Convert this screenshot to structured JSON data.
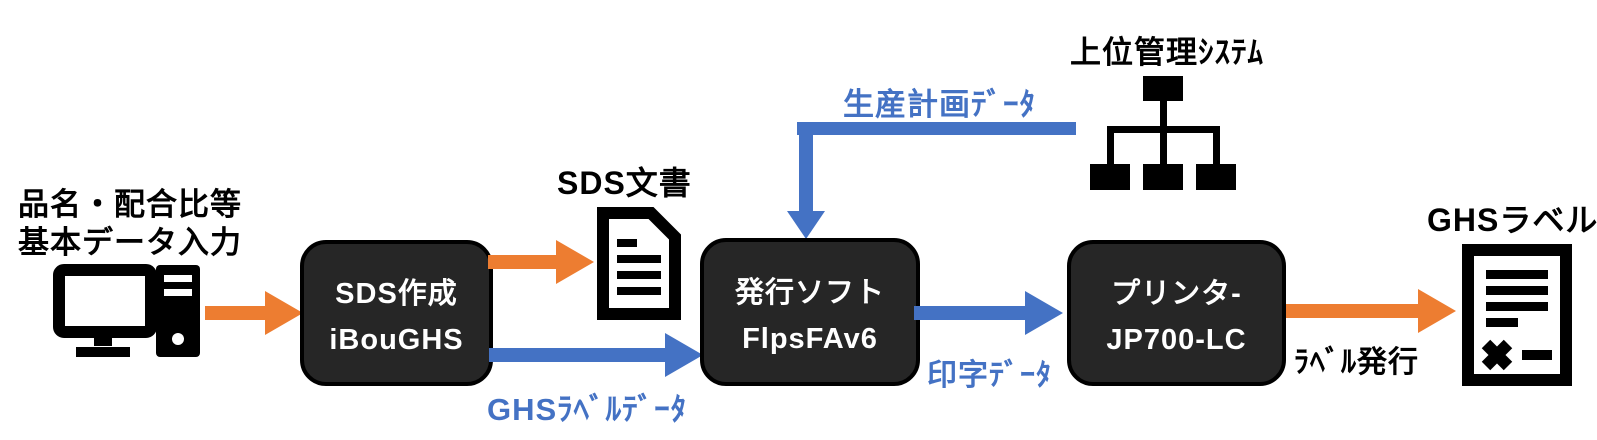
{
  "colors": {
    "orange": "#ED7D31",
    "blue": "#4472C4",
    "box_bg": "#262626"
  },
  "input_station": {
    "line1": "品名・配合比等",
    "line2": "基本データ入力"
  },
  "boxes": {
    "sds_creation": {
      "line1": "SDS作成",
      "line2": "iBouGHS"
    },
    "issuing_software": {
      "line1": "発行ソフト",
      "line2": "FlpsFAv6"
    },
    "printer": {
      "line1": "プリンタ-",
      "line2": "JP700-LC"
    }
  },
  "artifacts": {
    "sds_document": "SDS文書",
    "ghs_label": "GHSラベル"
  },
  "upper_system": {
    "label": "上位管理ｼｽﾃﾑ"
  },
  "flow_labels": {
    "production_plan_data": "生産計画ﾃﾞｰﾀ",
    "ghs_label_data": "GHSﾗﾍﾞﾙﾃﾞｰﾀ",
    "print_data": "印字ﾃﾞｰﾀ",
    "label_issue": "ﾗﾍﾞﾙ発行"
  }
}
